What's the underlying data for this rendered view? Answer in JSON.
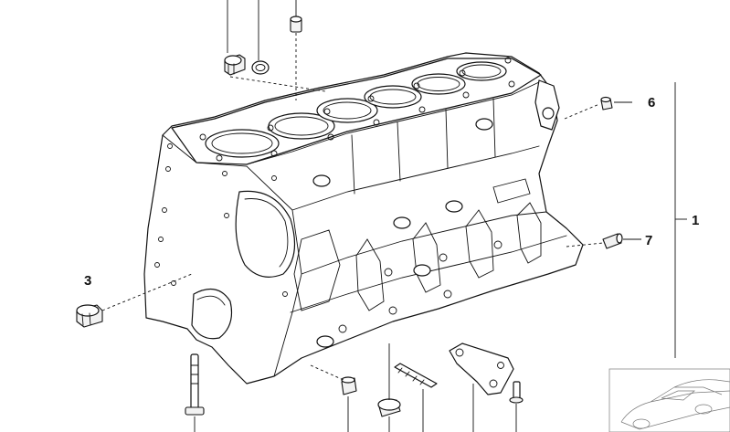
{
  "callouts": {
    "c1": "1",
    "c3": "3",
    "c6": "6",
    "c7": "7"
  },
  "colors": {
    "ink": "#111111",
    "background": "#ffffff",
    "thumbnail_ink": "#7a7a7a"
  }
}
